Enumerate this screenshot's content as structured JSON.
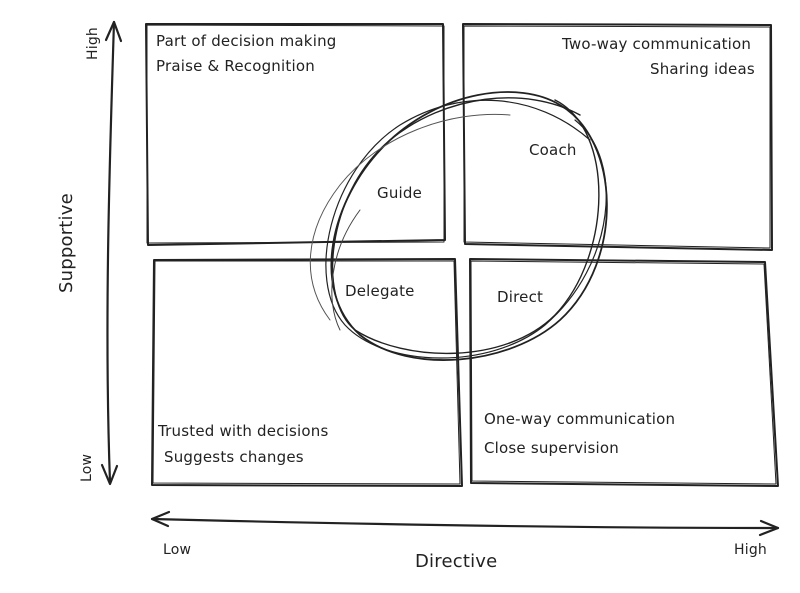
{
  "quadrants": {
    "top_left": {
      "lines": [
        "Part of decision making",
        "Praise & Recognition"
      ]
    },
    "top_right": {
      "lines": [
        "Two-way communication",
        "Sharing ideas"
      ]
    },
    "bottom_left": {
      "lines": [
        "Trusted with decisions",
        "Suggests changes"
      ]
    },
    "bottom_right": {
      "lines": [
        "One-way communication",
        "Close supervision"
      ]
    }
  },
  "styles": {
    "top_left": "Guide",
    "top_right": "Coach",
    "bottom_left": "Delegate",
    "bottom_right": "Direct"
  },
  "y_axis": {
    "title": "Supportive",
    "high": "High",
    "low": "Low"
  },
  "x_axis": {
    "title": "Directive",
    "low": "Low",
    "high": "High"
  },
  "colors": {
    "ink": "#222222",
    "background": "#ffffff"
  }
}
